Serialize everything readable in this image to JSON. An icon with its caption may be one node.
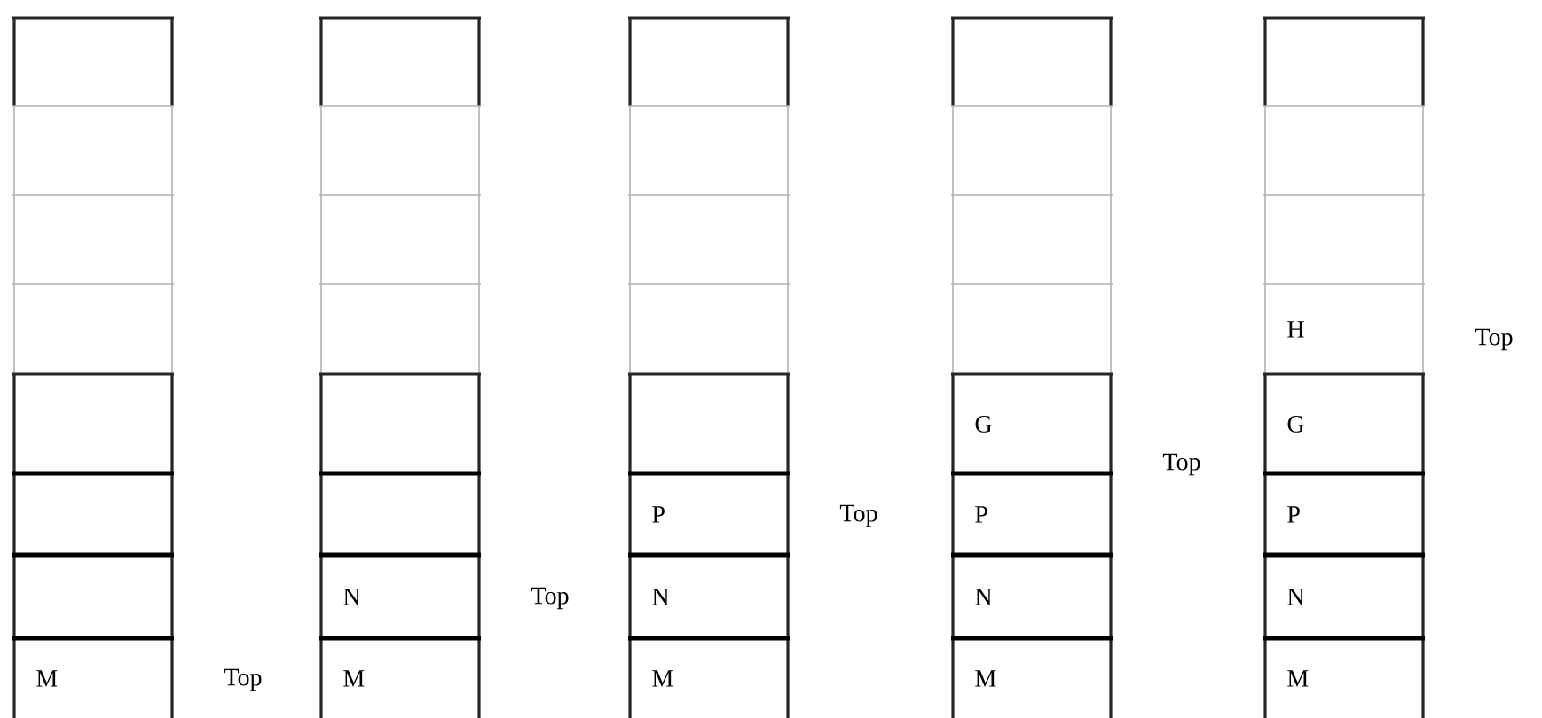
{
  "diagram": {
    "nodes": [
      {
        "text": [],
        "shape": "box"
      },
      {
        "text": [],
        "shape": "box"
      },
      {
        "text": [],
        "shape": "box"
      },
      {
        "text": [],
        "shape": "box"
      },
      {
        "text": [],
        "shape": "box"
      },
      {
        "text": [],
        "shape": "box"
      },
      {
        "text": [],
        "shape": "box"
      },
      {
        "text": [
          "M"
        ],
        "beside": [
          "Top"
        ]
      },
      {
        "text": [],
        "shape": "box"
      },
      {
        "text": [],
        "shape": "box"
      },
      {
        "text": [],
        "shape": "box"
      },
      {
        "text": [],
        "shape": "box"
      },
      {
        "text": [],
        "shape": "box"
      },
      {
        "text": [],
        "shape": "box"
      },
      {
        "text": [
          "N"
        ],
        "beside": [
          "Top"
        ]
      },
      {
        "text": [
          "M"
        ]
      },
      {
        "text": [],
        "shape": "box"
      },
      {
        "text": [],
        "shape": "box"
      },
      {
        "text": [],
        "shape": "box"
      },
      {
        "text": [],
        "shape": "box"
      },
      {
        "text": [],
        "shape": "box"
      },
      {
        "text": [
          "P"
        ],
        "beside": [
          "Top"
        ]
      },
      {
        "text": [
          "N"
        ]
      },
      {
        "text": [
          "M"
        ]
      },
      {
        "text": [],
        "shape": "box"
      },
      {
        "text": [],
        "shape": "box"
      },
      {
        "text": [],
        "shape": "box"
      },
      {
        "text": [],
        "shape": "box"
      },
      {
        "text": [
          "G"
        ],
        "beside": [
          "Top"
        ]
      },
      {
        "text": [
          "P"
        ]
      },
      {
        "text": [
          "N"
        ]
      },
      {
        "text": [
          "M"
        ]
      },
      {
        "text": [],
        "shape": "box"
      },
      {
        "text": [],
        "shape": "box"
      },
      {
        "text": [],
        "shape": "box"
      },
      {
        "text": [
          "H"
        ],
        "beside": [
          "Top"
        ]
      },
      {
        "text": [
          "G"
        ]
      },
      {
        "text": [
          "P"
        ]
      },
      {
        "text": [
          "N"
        ]
      },
      {
        "text": [
          "M"
        ]
      }
    ]
  }
}
